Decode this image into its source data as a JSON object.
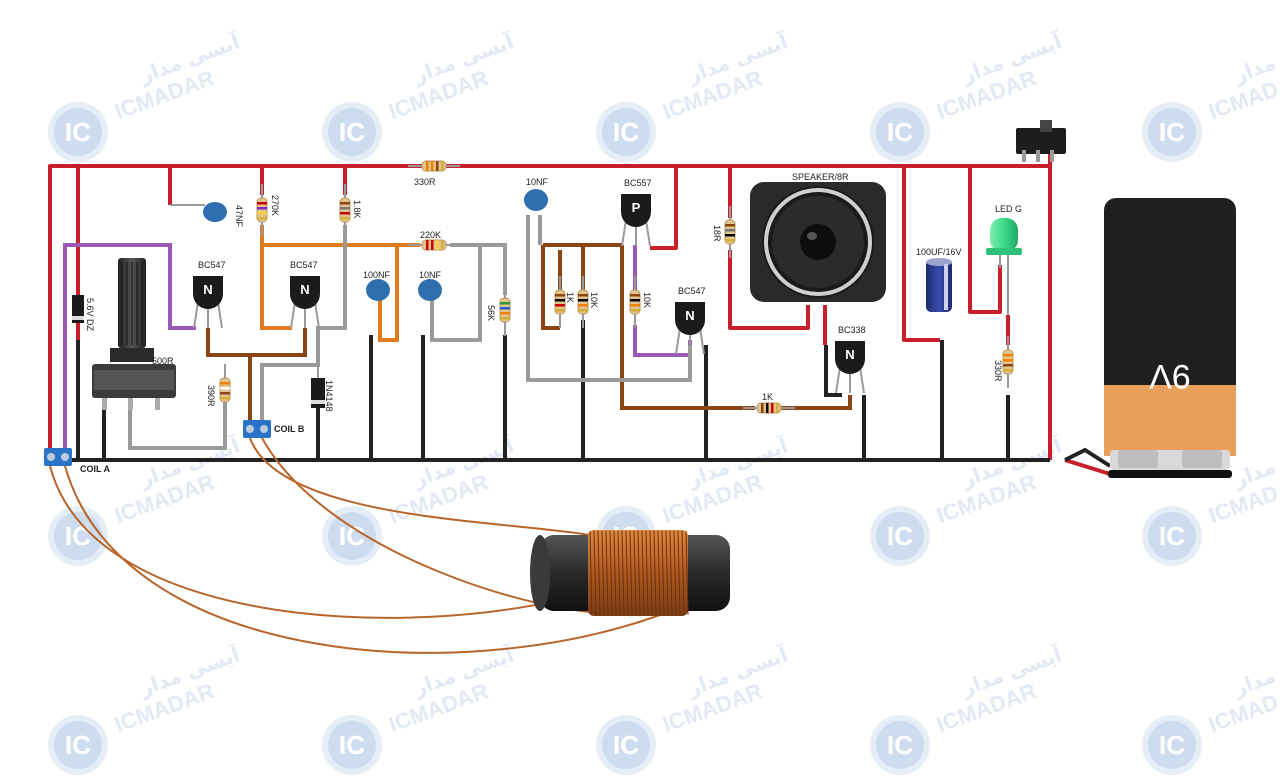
{
  "watermark": {
    "brand_en": "ICMADAR",
    "brand_fa": "آیسی مدار",
    "logo": "IC"
  },
  "colors": {
    "positive_wire": "#c8202a",
    "ground_wire": "#222222",
    "purple_wire": "#9b59b6",
    "orange_wire": "#e07b20",
    "brown_wire": "#8b4513",
    "gray_wire": "#9a9a9a",
    "coil_wire": "#b8652a"
  },
  "components": {
    "r_330r_top": "330R",
    "r_270k": "270K",
    "c_47nf": "47NF",
    "r_1_8k": "1.8K",
    "r_220k": "220K",
    "c_10nf_top": "10NF",
    "q_bc557": "BC557",
    "q_bc557_letter": "P",
    "speaker": "SPEAKER/8R",
    "r_18r": "18R",
    "led": "LED G",
    "cap_elec": "100UF/16V",
    "q_bc547_1": "BC547",
    "q_bc547_2": "BC547",
    "q_bc547_3": "BC547",
    "q_bc338": "BC338",
    "q_n_letter": "N",
    "c_100nf": "100NF",
    "c_10nf_mid": "10NF",
    "r_56k": "56K",
    "r_1k_mid": "1K",
    "r_10k_a": "10K",
    "r_10k_b": "10K",
    "zener": "5.6V DZ",
    "pot": "500R",
    "r_390r": "390R",
    "diode": "1N4148",
    "r_1k_low": "1K",
    "r_330r_led": "330R",
    "coil_a": "COIL A",
    "coil_b": "COIL B",
    "battery": "9V"
  }
}
